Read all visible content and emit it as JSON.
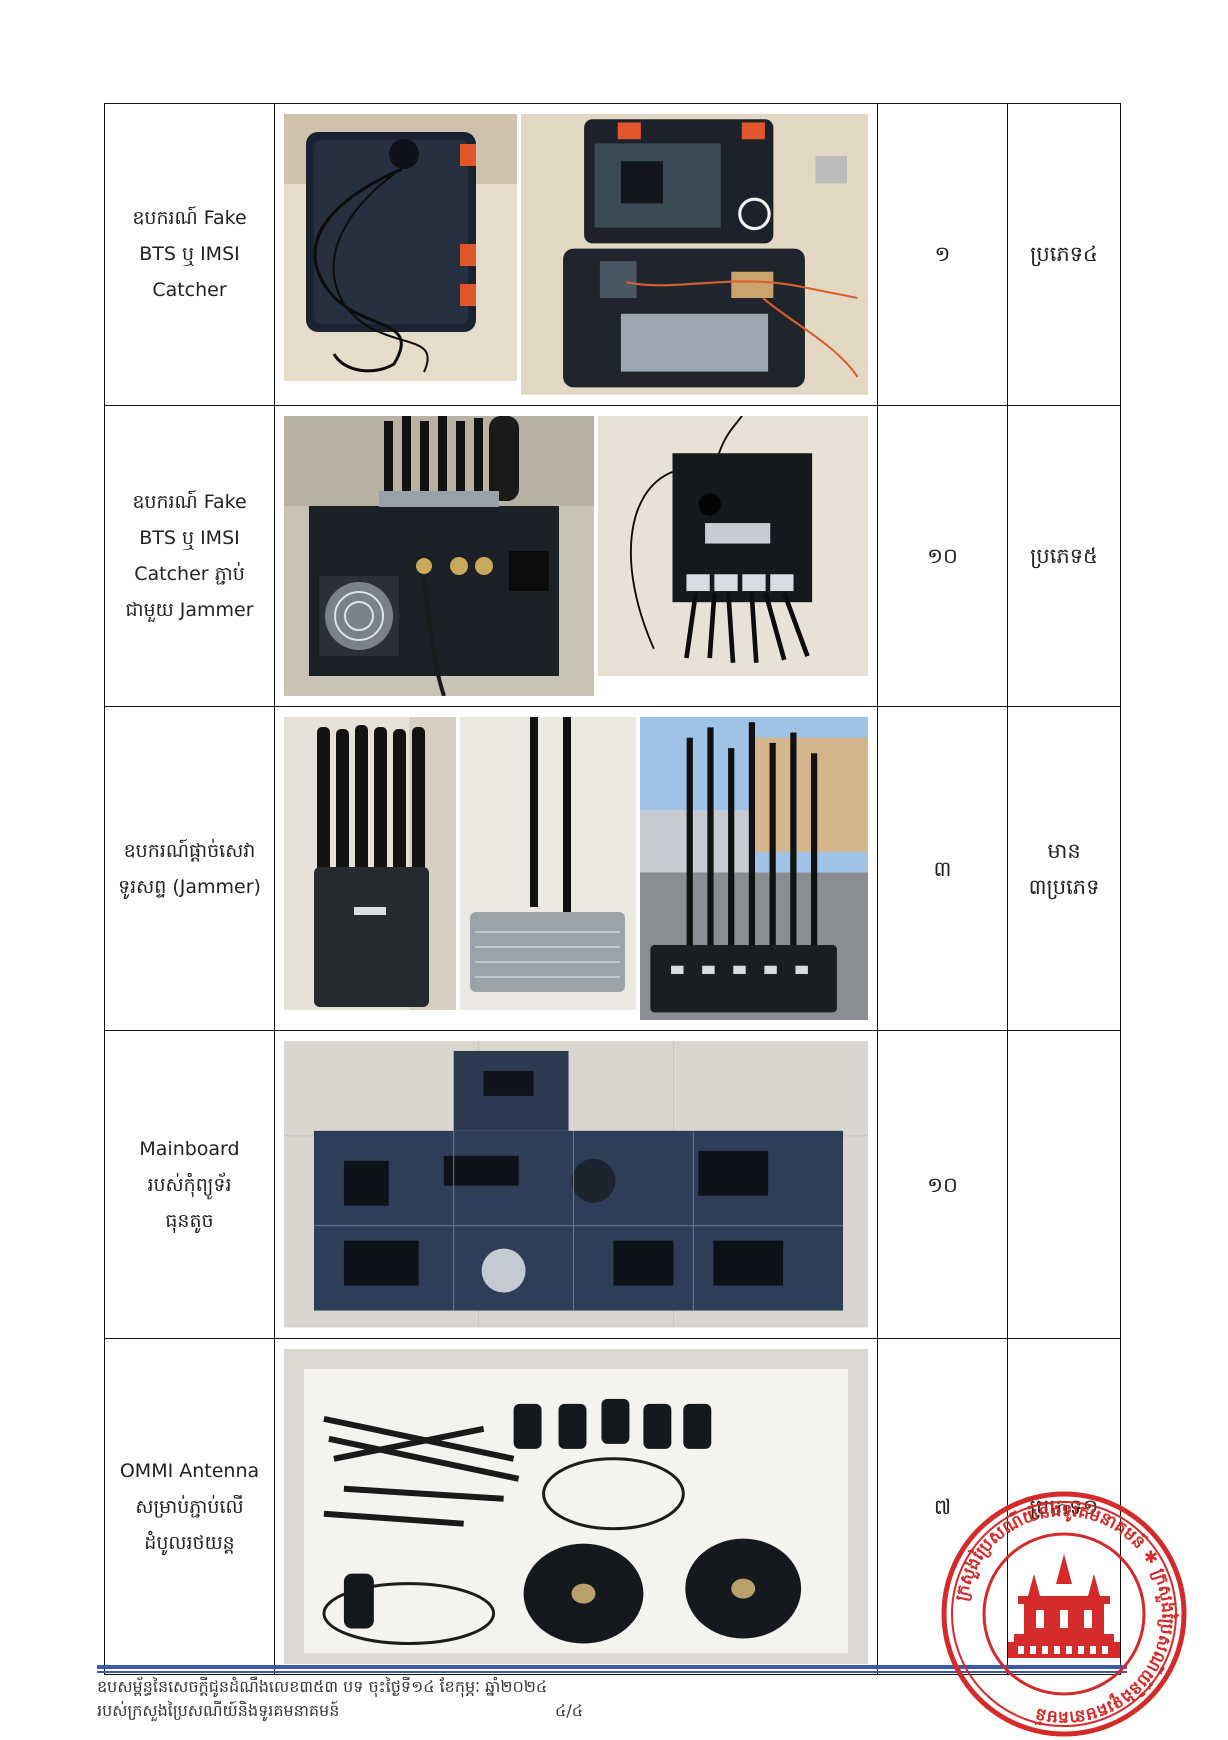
{
  "rows": [
    {
      "desc_lines": [
        "ឧបករណ៍ Fake",
        "BTS ឬ IMSI",
        "Catcher"
      ],
      "quantity": "១",
      "type_lines": [
        "ប្រភេទ៤"
      ],
      "photos": [
        "fake-bts-case-closed-photo",
        "fake-bts-case-open-photo"
      ]
    },
    {
      "desc_lines": [
        "ឧបករណ៍ Fake",
        "BTS ឬ IMSI",
        "Catcher ភ្ជាប់",
        "ជាមួយ Jammer"
      ],
      "quantity": "១០",
      "type_lines": [
        "ប្រភេទ៥"
      ],
      "photos": [
        "fake-bts-jammer-fan-unit-photo",
        "fake-bts-jammer-cable-box-photo"
      ]
    },
    {
      "desc_lines": [
        "ឧបករណ៍ផ្ដាច់សេវា",
        "ទូរសព្ទ (Jammer)"
      ],
      "quantity": "៣",
      "type_lines": [
        "មាន",
        "៣ប្រភេទ"
      ],
      "photos": [
        "handheld-jammer-photo",
        "dual-antenna-jammer-photo",
        "multi-antenna-jammer-photo"
      ]
    },
    {
      "desc_lines": [
        "Mainboard",
        "របស់កុំព្យូទ័រ",
        "ធុនតូច"
      ],
      "quantity": "១០",
      "type_lines": [
        ""
      ],
      "photos": [
        "mainboards-photo"
      ]
    },
    {
      "desc_lines": [
        "OMMI Antenna",
        "សម្រាប់ភ្ជាប់លើ",
        "ដំបូលរថយន្ត"
      ],
      "quantity": "៧",
      "type_lines": [
        "ប្រភេទ១"
      ],
      "photos": [
        "omni-antennas-photo"
      ]
    }
  ],
  "footer": {
    "line1": "ឧបសម្ព័ន្ធនៃសេចក្តីជូនដំណឹងលេខ៣៥៣ បទ ចុះថ្ងៃទី១៤ ខែកុម្ភៈ ឆ្នាំ២០២៤",
    "line2": "របស់ក្រសួងប្រៃសណីយ៍និងទូរគមនាគមន៍",
    "page": "៤/៤"
  },
  "seal": {
    "text": "ក្រសួងប្រៃសណីយ៍និងទូរគមនាគមន៍",
    "color": "#d42a2a"
  },
  "colors": {
    "table_border": "#111111",
    "footer_rule": "#3b5aa8"
  }
}
